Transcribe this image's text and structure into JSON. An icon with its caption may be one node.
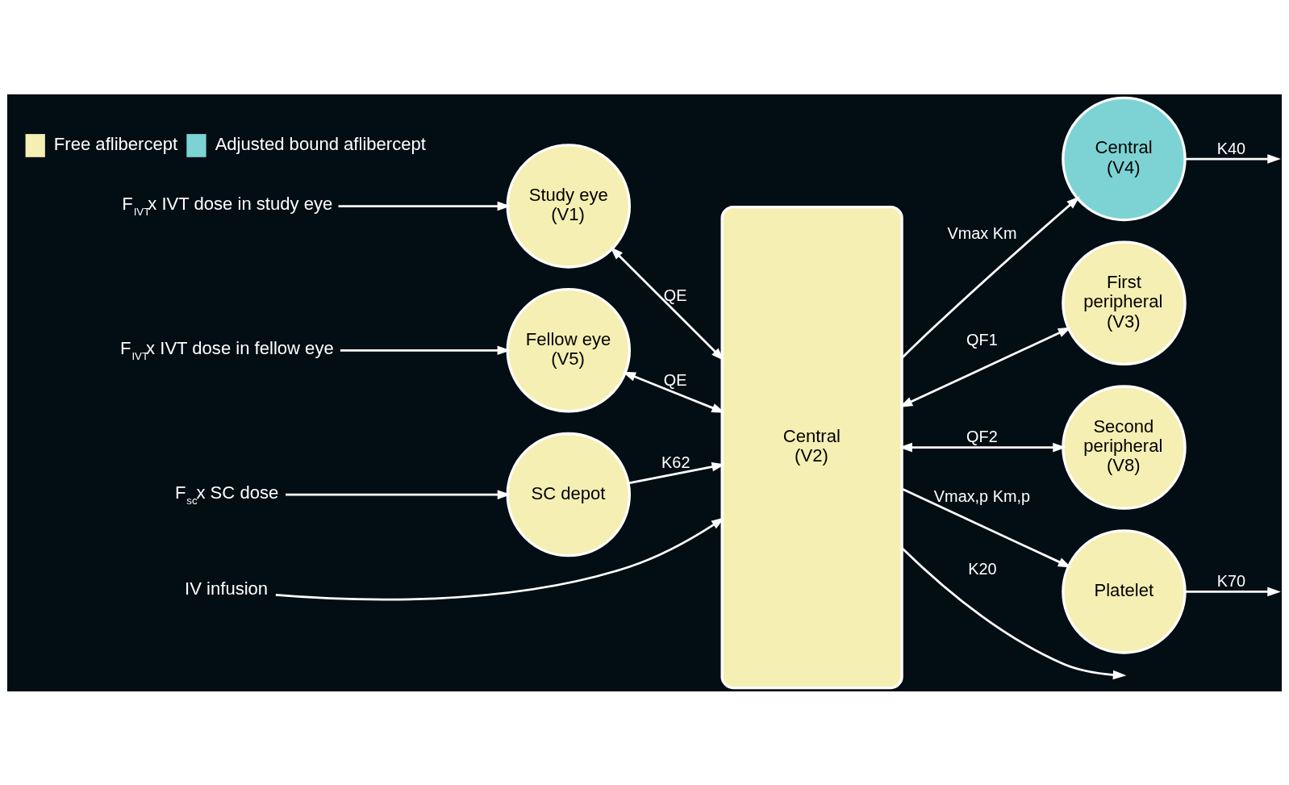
{
  "diagram": {
    "nodes": [
      {
        "text": [
          "F$_{IVT}$x IVT dose in study eye"
        ]
      },
      {
        "text": [
          "Study eye (V1)"
        ]
      },
      {
        "text": [
          "F$_{IVT}$x IVT dose in fellow eye"
        ]
      },
      {
        "text": [
          "Fellow eye (V5)"
        ]
      },
      {
        "text": [
          "F$_{sc}$x SC dose"
        ]
      },
      {
        "text": [
          "SC depot"
        ]
      },
      {
        "text": [
          "IV infusion"
        ]
      },
      {
        "text": [
          "Central (V2)"
        ]
      },
      {
        "text": [
          "Central (V4)"
        ]
      },
      {
        "text": [
          "First peripheral (V3)"
        ]
      },
      {
        "text": [
          "Second peripheral (V8)"
        ]
      },
      {
        "text": [
          "Platelet"
        ]
      }
    ],
    "edges": [
      {
        "from": 0,
        "to": 1,
        "arrow": "to"
      },
      {
        "from": 1,
        "to": 7,
        "arrow": "both",
        "label": "QE"
      },
      {
        "from": 2,
        "to": 3,
        "arrow": "to"
      },
      {
        "from": 3,
        "to": 7,
        "arrow": "both",
        "label": "QE"
      },
      {
        "from": 4,
        "to": 5,
        "arrow": "to"
      },
      {
        "from": 5,
        "to": 7,
        "arrow": "to",
        "label": "K62"
      },
      {
        "from": 6,
        "to": 7,
        "arrow": "to"
      },
      {
        "from": 7,
        "to": 8,
        "arrow": "to",
        "label": "Vmax Km"
      },
      {
        "from": 8,
        "to": null,
        "arrow": "to",
        "label": "K40"
      },
      {
        "from": 7,
        "to": 9,
        "arrow": "both",
        "label": "QF1"
      },
      {
        "from": 7,
        "to": 10,
        "arrow": "both",
        "label": "QF2"
      },
      {
        "from": 7,
        "to": 11,
        "arrow": "to",
        "label": "Vmax,p Km,p"
      },
      {
        "from": 11,
        "to": null,
        "arrow": "to",
        "label": "K70"
      },
      {
        "from": 7,
        "to": null,
        "arrow": "to",
        "label": "K20"
      }
    ],
    "legend": [
      {
        "text": "Free aflibercept",
        "color": "#f5efb3"
      },
      {
        "text": "Adjusted bound aflibercept",
        "color": "#7dd3d4"
      }
    ]
  }
}
